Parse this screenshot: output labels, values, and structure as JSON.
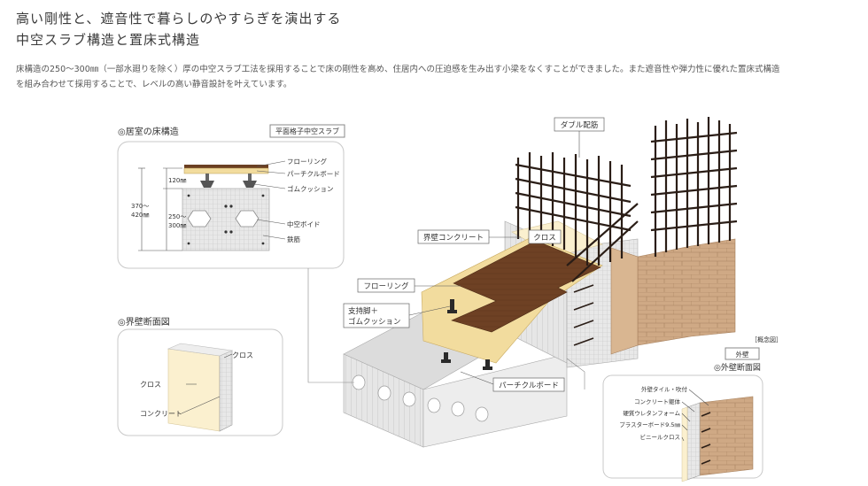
{
  "heading": {
    "line1": "高い剛性と、遮音性で暮らしのやすらぎを演出する",
    "line2": "中空スラブ構造と置床式構造"
  },
  "intro": {
    "line1": "床構造の250〜300㎜（一部水廻りを除く）厚の中空スラブ工法を採用することで床の剛性を高め、住居内への圧迫感を生み出す小梁をなくすことができました。また遮音性や弾力性に優れた置床式構造",
    "line2": "を組み合わせて採用することで、レベルの高い静音設計を叶えています。"
  },
  "floor_panel": {
    "title": "◎居室の床構造",
    "tag": "平面格子中空スラブ",
    "dims": {
      "d1": "120㎜",
      "d2a": "250〜",
      "d2b": "300㎜",
      "d3a": "370〜",
      "d3b": "420㎜"
    },
    "labels": {
      "flooring": "フローリング",
      "particle": "パーチクルボード",
      "rubber": "ゴムクッション",
      "void": "中空ボイド",
      "rebar": "鉄筋"
    }
  },
  "wall_panel": {
    "title": "◎界壁断面図",
    "cross_top": "クロス",
    "cross_left": "クロス",
    "concrete": "コンクリート"
  },
  "main": {
    "double_rebar": "ダブル配筋",
    "party_wall": "界壁コンクリート",
    "cross": "クロス",
    "flooring": "フローリング",
    "support_a": "支持脚＋",
    "support_b": "ゴムクッション",
    "particle": "パーチクルボード"
  },
  "outer_panel": {
    "concept": "［概念図］",
    "tag": "外壁",
    "title": "◎外壁断面図",
    "layers": [
      "外壁タイル・吹付",
      "コンクリート躯体",
      "硬質ウレタンフォーム",
      "プラスターボード9.5㎜",
      "ビニールクロス"
    ]
  },
  "colors": {
    "wood": "#6b3f22",
    "particle": "#f2dc9e",
    "concrete": "#e4e4e4",
    "brick": "#c9a27e",
    "rebar": "#2a1d16",
    "cream": "#fbf0cf"
  }
}
